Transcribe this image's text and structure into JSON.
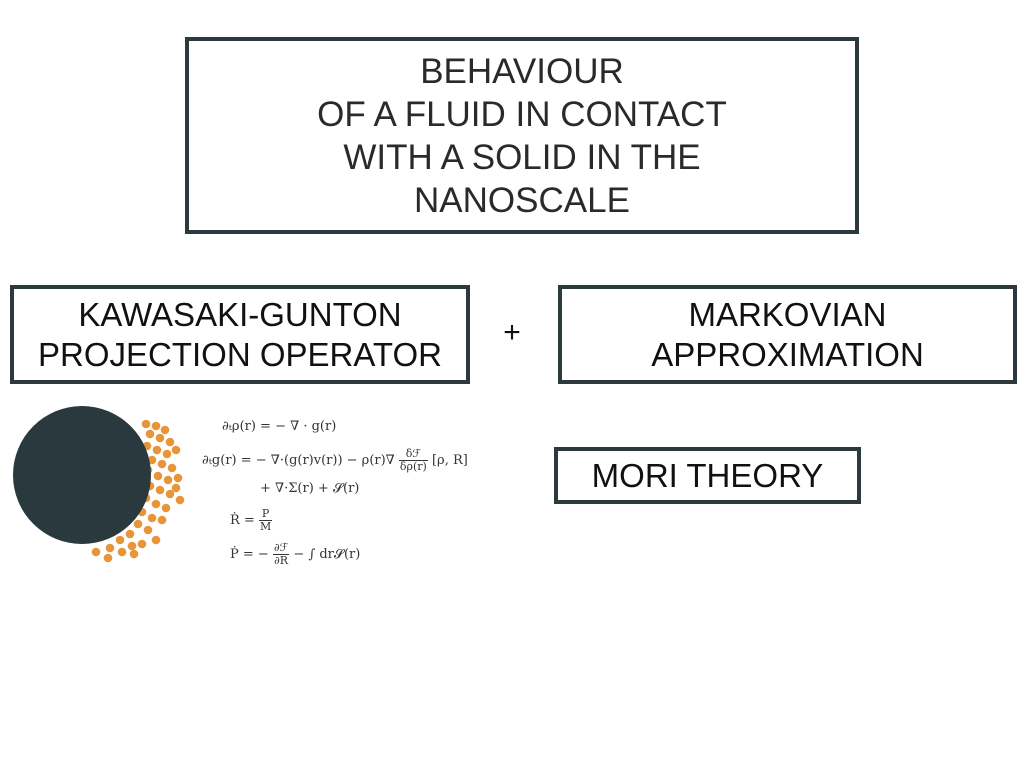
{
  "title_lines": [
    "BEHAVIOUR",
    "OF A FLUID IN CONTACT",
    "WITH A SOLID IN THE",
    "NANOSCALE"
  ],
  "left_box_lines": [
    "KAWASAKI-GUNTON",
    "PROJECTION OPERATOR"
  ],
  "plus_sign": "+",
  "right_box_lines": [
    "MARKOVIAN",
    "APPROXIMATION"
  ],
  "bottom_box": "MORI THEORY",
  "colors": {
    "border": "#2c3a3d",
    "solid_particle": "#29393d",
    "fluid_particles": "#e8953a"
  },
  "equations": {
    "eq1": "∂ₜρ(r) = − ∇ · g(r)",
    "eq2_lhs": "∂ₜg(r) = − ∇·(g(r)v(r)) − ρ(r)∇",
    "eq2_frac_num": "δℱ",
    "eq2_frac_den": "δρ(r)",
    "eq2_tail": "[ρ, R]",
    "eq3": "+ ∇·Σ(r) + 𝓢(r)",
    "eq4_lhs": "Ṙ =",
    "eq4_frac_num": "P",
    "eq4_frac_den": "M",
    "eq5_lhs": "Ṗ = −",
    "eq5_frac_num": "∂ℱ",
    "eq5_frac_den": "∂R",
    "eq5_tail": "− ∫ dr𝓢(r)"
  }
}
